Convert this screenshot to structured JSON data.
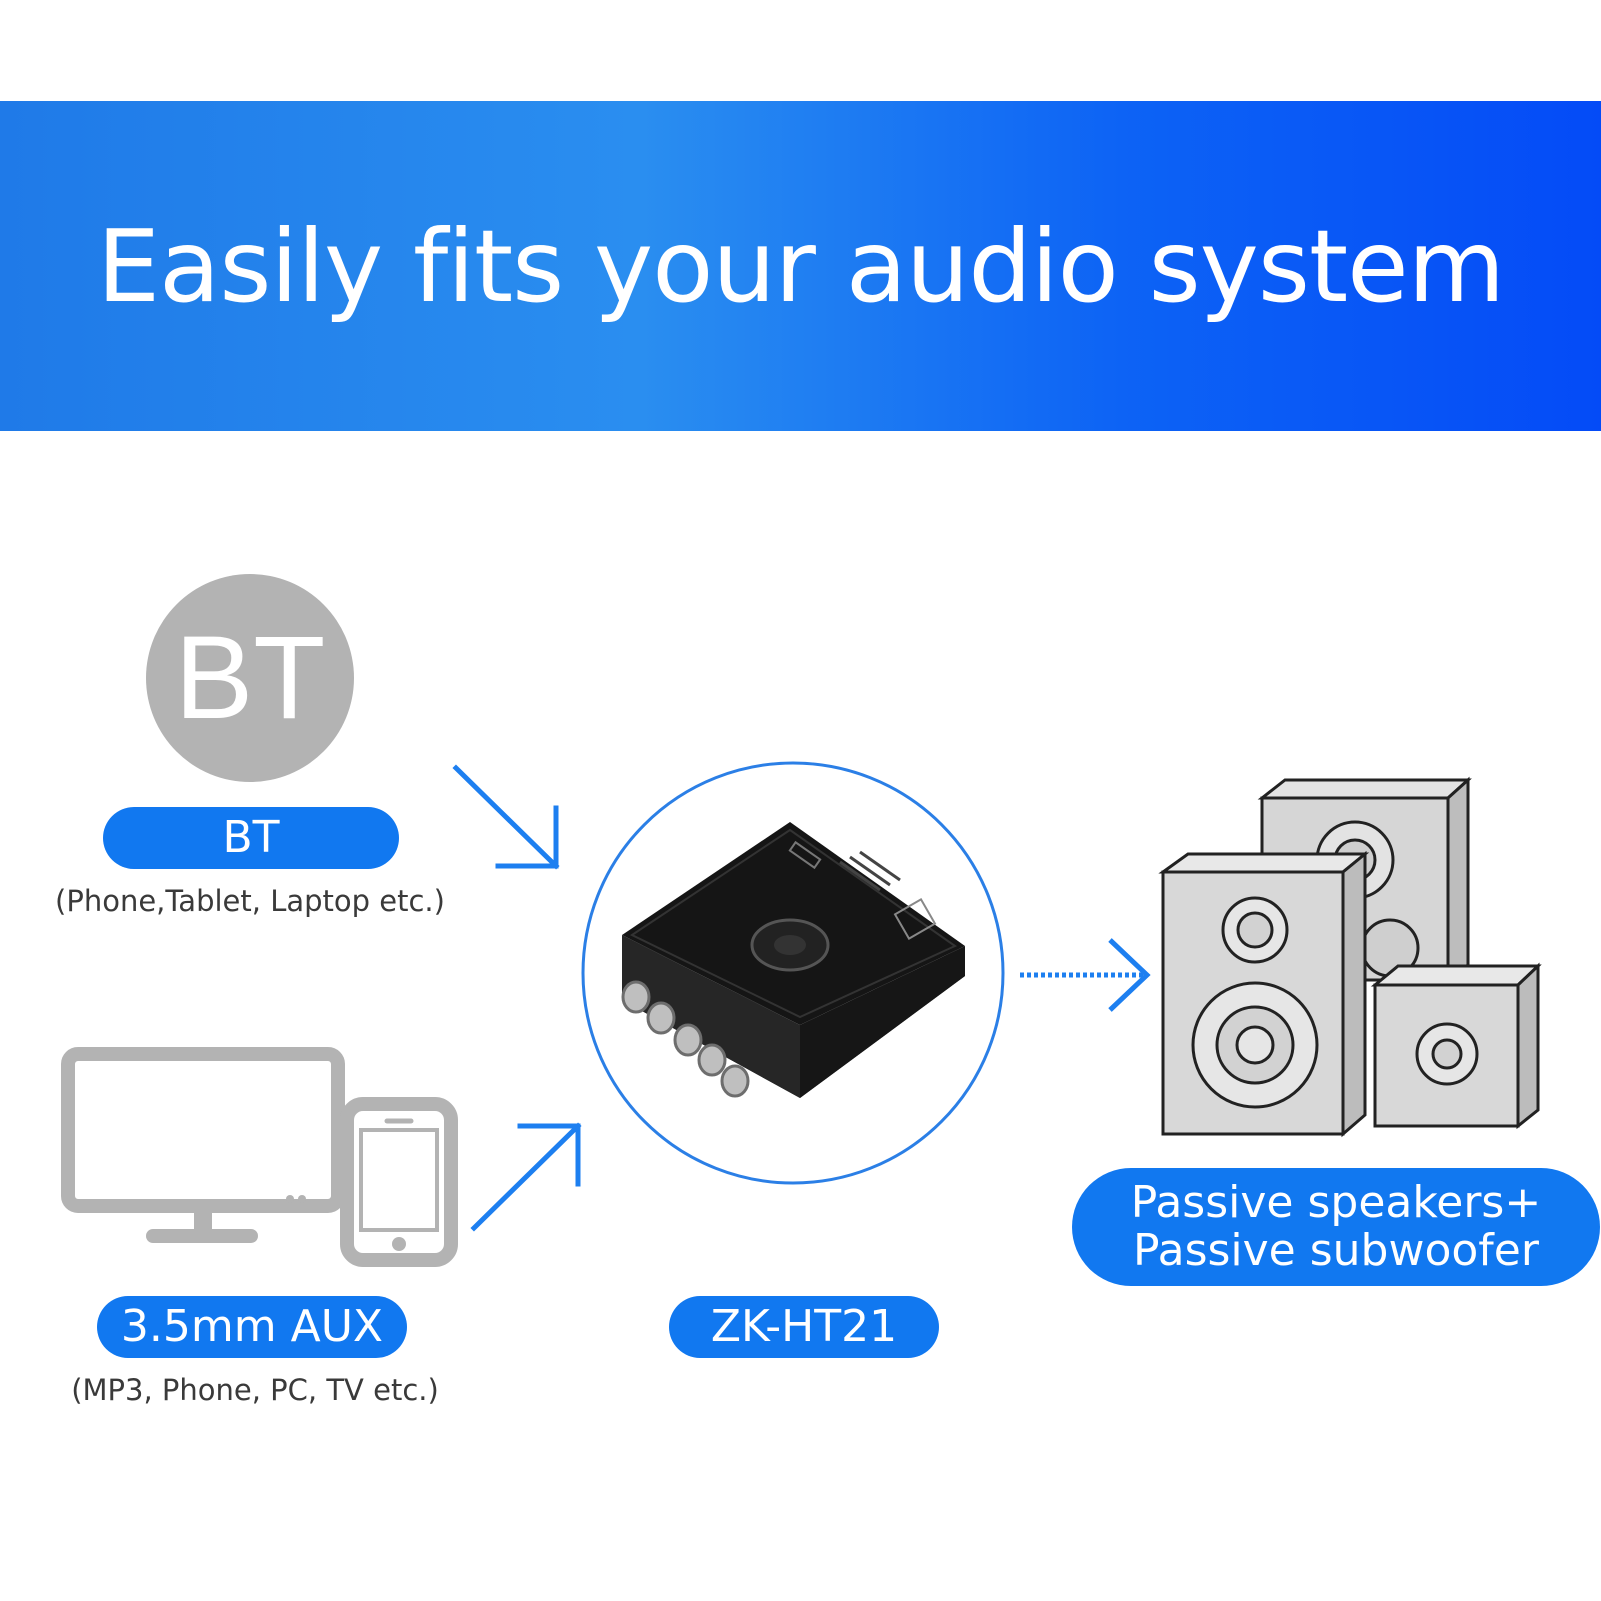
{
  "banner": {
    "title": "Easily fits your audio system"
  },
  "bt_icon": {
    "label": "BT"
  },
  "sources": {
    "bt": {
      "label": "BT",
      "description": "(Phone,Tablet, Laptop etc.)"
    },
    "aux": {
      "label": "3.5mm AUX",
      "description": "(MP3, Phone, PC, TV etc.)"
    }
  },
  "device": {
    "label": "ZK-HT21"
  },
  "output": {
    "line1": "Passive speakers+",
    "line2": "Passive subwoofer"
  },
  "colors": {
    "accent": "#1178f0",
    "icon_gray": "#b3b3b3",
    "banner_start": "#1f7ae8",
    "banner_end": "#044bf7"
  }
}
